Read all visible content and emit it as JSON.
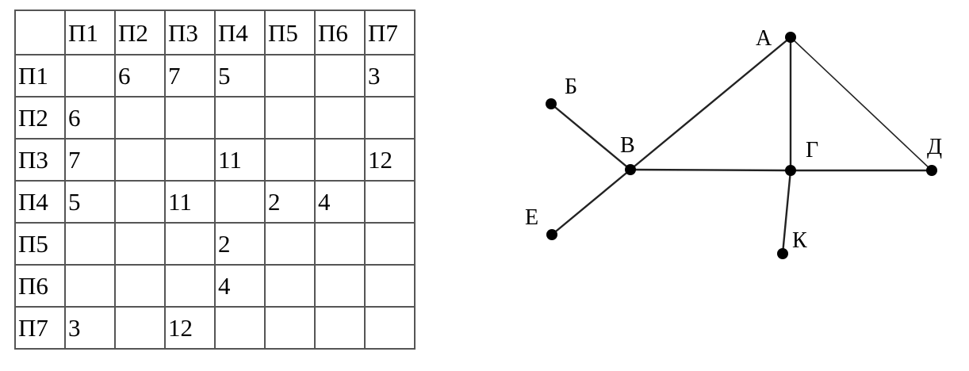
{
  "table": {
    "columns": [
      "",
      "П1",
      "П2",
      "П3",
      "П4",
      "П5",
      "П6",
      "П7"
    ],
    "rows": [
      [
        "П1",
        "",
        "6",
        "7",
        "5",
        "",
        "",
        "3"
      ],
      [
        "П2",
        "6",
        "",
        "",
        "",
        "",
        "",
        ""
      ],
      [
        "П3",
        "7",
        "",
        "",
        "11",
        "",
        "",
        "12"
      ],
      [
        "П4",
        "5",
        "",
        "11",
        "",
        "2",
        "4",
        ""
      ],
      [
        "П5",
        "",
        "",
        "",
        "2",
        "",
        "",
        ""
      ],
      [
        "П6",
        "",
        "",
        "",
        "4",
        "",
        "",
        ""
      ],
      [
        "П7",
        "3",
        "",
        "12",
        "",
        "",
        "",
        ""
      ]
    ]
  },
  "graph": {
    "nodes": [
      {
        "id": "A",
        "label": "А"
      },
      {
        "id": "B",
        "label": "Б"
      },
      {
        "id": "V",
        "label": "В"
      },
      {
        "id": "G",
        "label": "Г"
      },
      {
        "id": "D",
        "label": "Д"
      },
      {
        "id": "E",
        "label": "Е"
      },
      {
        "id": "K",
        "label": "К"
      }
    ],
    "edges": [
      [
        "B",
        "V"
      ],
      [
        "E",
        "V"
      ],
      [
        "V",
        "A"
      ],
      [
        "V",
        "G"
      ],
      [
        "G",
        "D"
      ],
      [
        "A",
        "G"
      ],
      [
        "A",
        "D"
      ],
      [
        "G",
        "K"
      ]
    ],
    "node_color": "#000000",
    "edge_color": "#222222"
  }
}
